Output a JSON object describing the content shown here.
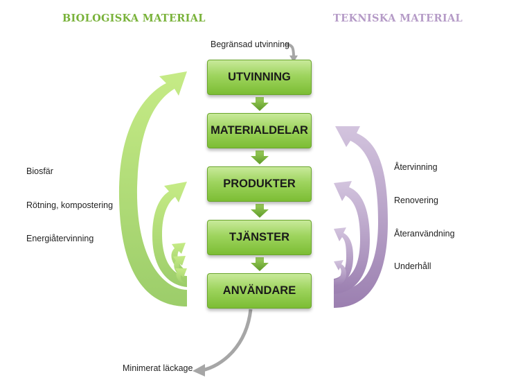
{
  "headings": {
    "biological": "BIOLOGISKA MATERIAL",
    "technical": "TEKNISKA MATERIAL"
  },
  "stages": [
    "UTVINNING",
    "MATERIALDELAR",
    "PRODUKTER",
    "TJÄNSTER",
    "ANVÄNDARE"
  ],
  "labels": {
    "limited_extraction": "Begränsad utvinning",
    "minimized_leakage": "Minimerat läckage",
    "biological": [
      "Biosfär",
      "Rötning, kompostering",
      "Energiåtervinning"
    ],
    "technical": [
      "Återvinning",
      "Renovering",
      "Återanvändning",
      "Underhåll"
    ]
  },
  "colors": {
    "biological": "#8cc84b",
    "technical": "#9b7fb0",
    "stage": "#9ed45e",
    "flow_arrow": "#6ea82e",
    "grey_arrow": "#a6a6a6"
  }
}
